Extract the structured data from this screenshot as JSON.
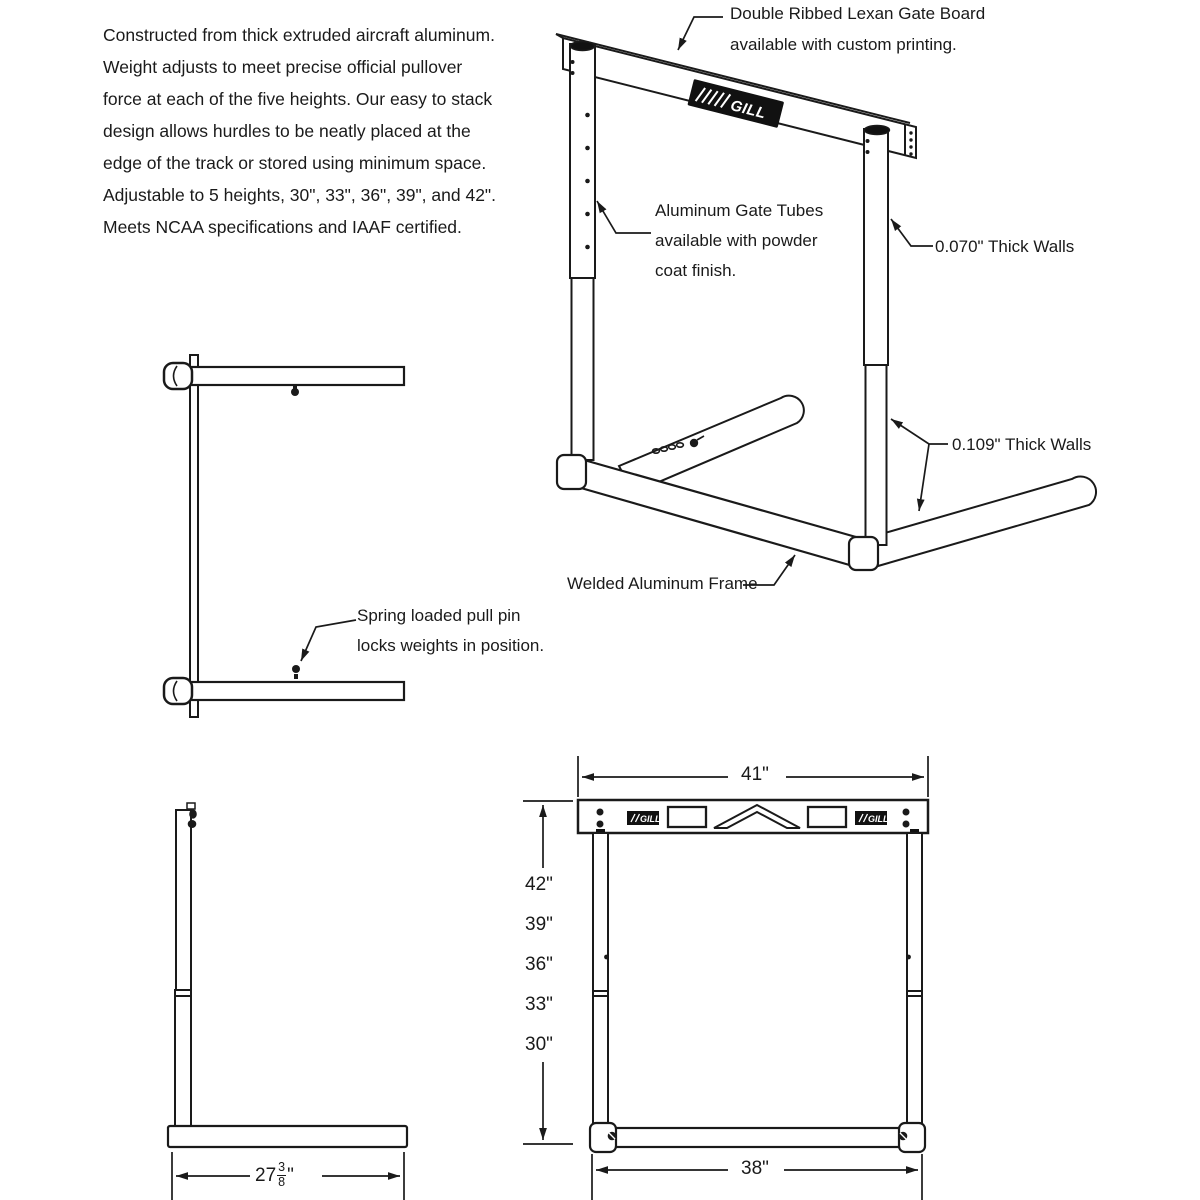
{
  "intro": {
    "lines": [
      "Constructed from thick extruded aircraft aluminum.",
      "Weight adjusts to meet precise official pullover",
      "force at each of the five heights. Our easy to stack",
      "design allows hurdles to be neatly placed at the",
      "edge of the track or stored using minimum space.",
      "Adjustable to 5 heights, 30\", 33\", 36\", 39\", and 42\".",
      "Meets NCAA specifications and IAAF certified."
    ]
  },
  "brand": "GILL",
  "callouts": {
    "gate_board_line1": "Double Ribbed Lexan Gate Board",
    "gate_board_line2": "available with custom printing.",
    "gate_tubes_line1": "Aluminum Gate Tubes",
    "gate_tubes_line2": "available with powder",
    "gate_tubes_line3": "coat finish.",
    "wall_top": "0.070\" Thick Walls",
    "wall_bottom": "0.109\" Thick Walls",
    "frame": "Welded Aluminum Frame",
    "pull_pin_line1": "Spring loaded pull pin",
    "pull_pin_line2": "locks weights in position."
  },
  "dimensions": {
    "gate_width": "41\"",
    "base_width": "38\"",
    "heights": [
      "42\"",
      "39\"",
      "36\"",
      "33\"",
      "30\""
    ],
    "base_depth_whole": "27",
    "base_depth_numerator": "3",
    "base_depth_denominator": "8",
    "base_depth_unit": "\""
  },
  "line_color": "#1a1a1a"
}
